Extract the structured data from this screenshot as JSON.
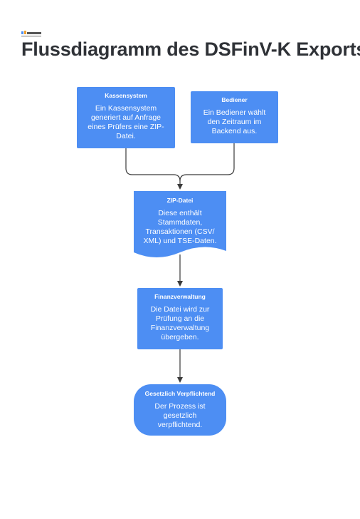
{
  "header": {
    "title": "Flussdiagramm des DSFinV-K Exports"
  },
  "nodes": {
    "kassensystem": {
      "title": "Kassensystem",
      "body": "Ein Kassensystem generiert auf Anfrage eines Prüfers eine ZIP-Datei."
    },
    "bediener": {
      "title": "Bediener",
      "body": "Ein Bediener wählt den Zeitraum im Backend aus."
    },
    "zip_datei": {
      "title": "ZIP-Datei",
      "body": "Diese enthält Stammdaten, Transaktionen (CSV/ XML) und TSE-Daten."
    },
    "finanzverwaltung": {
      "title": "Finanzverwaltung",
      "body": "Die Datei wird zur Prüfung an die Finanzverwaltung übergeben."
    },
    "gesetzlich": {
      "title": "Gesetzlich Verpflichtend",
      "body": "Der Prozess ist gesetzlich verpflichtend."
    }
  },
  "colors": {
    "node_fill": "#4d8ef3",
    "edge": "#3a3a3a",
    "title_text": "#2f3237"
  }
}
